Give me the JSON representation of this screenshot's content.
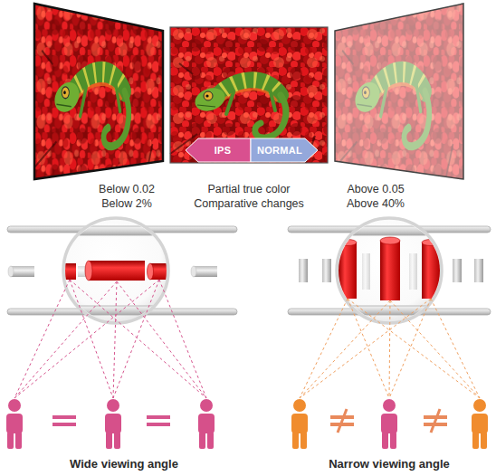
{
  "diagram": {
    "nodes": [
      {
        "text": [
          "IPS"
        ]
      },
      {
        "text": [
          "NORMAL"
        ]
      }
    ],
    "labels": [
      "Below 0.02",
      "Below 2%",
      "Partial true color",
      "Comparative changes",
      "Above 0.05",
      "Above 40%",
      "Wide viewing angle",
      "Narrow viewing angle"
    ]
  }
}
